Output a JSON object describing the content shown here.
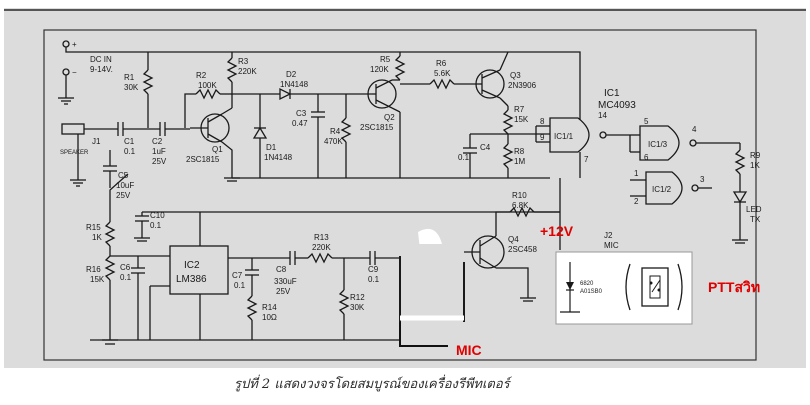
{
  "labels": {
    "dc_in": "DC IN",
    "dc_range": "9-14V.",
    "r1": "R1",
    "r1v": "30K",
    "r2": "R2",
    "r2v": "100K",
    "r3": "R3",
    "r3v": "220K",
    "d2": "D2",
    "d2v": "1N4148",
    "d1": "D1",
    "d1v": "1N4148",
    "c3": "C3",
    "c3v": "0.47",
    "r4": "R4",
    "r4v": "470K",
    "r5": "R5",
    "r5v": "120K",
    "r6": "R6",
    "r6v": "5.6K",
    "q1": "Q1",
    "q1v": "2SC1815",
    "q2": "Q2",
    "q2v": "2SC1815",
    "q3": "Q3",
    "q3v": "2N3906",
    "r7": "R7",
    "r7v": "15K",
    "r8": "R8",
    "r8v": "1M",
    "c4": "C4",
    "c4v": "0.1",
    "ic1": "IC1",
    "ic1v": "MC4093",
    "ic11": "IC1/1",
    "ic12": "IC1/2",
    "ic13": "IC1/3",
    "r9": "R9",
    "r9v": "1K",
    "led": "LED",
    "ledtx": "TX",
    "j1": "J1",
    "j1v": "SPEAKER",
    "c1": "C1",
    "c1v": "0.1",
    "c2": "C2",
    "c2v": "1uF",
    "c2v2": "25V",
    "c5": "C5",
    "c5v": "10uF",
    "c5v2": "25V",
    "c10": "C10",
    "c10v": "0.1",
    "r15": "R15",
    "r15v": "1K",
    "r16": "R16",
    "r16v": "15K",
    "c6": "C6",
    "c6v": "0.1",
    "ic2": "IC2",
    "ic2v": "LM386",
    "c7": "C7",
    "c7v": "0.1",
    "c8": "C8",
    "c8v": "330uF",
    "c8v2": "25V",
    "r14": "R14",
    "r14v": "10Ω",
    "r13": "R13",
    "r13v": "220K",
    "r12": "R12",
    "r12v": "30K",
    "c9": "C9",
    "c9v": "0.1",
    "r10": "R10",
    "r10v": "6.8K",
    "q4": "Q4",
    "q4v": "2SC458",
    "j2": "J2",
    "j2v": "MIC",
    "relay_part": "6820",
    "relay_part2": "A01SB0",
    "pins": [
      "14",
      "8",
      "9",
      "7",
      "5",
      "6",
      "4",
      "1",
      "2",
      "3"
    ]
  },
  "annotations": {
    "plus12": "+12V",
    "mic": "MIC",
    "ptt": "PTTสวิท"
  },
  "caption": "รูปที่ 2 แสดงวงจรโดยสมบูรณ์ของเครื่องรีพีทเตอร์",
  "colors": {
    "annotation": "#e00000",
    "paper": "#dcdcdc",
    "ink": "#1a1a1a"
  }
}
